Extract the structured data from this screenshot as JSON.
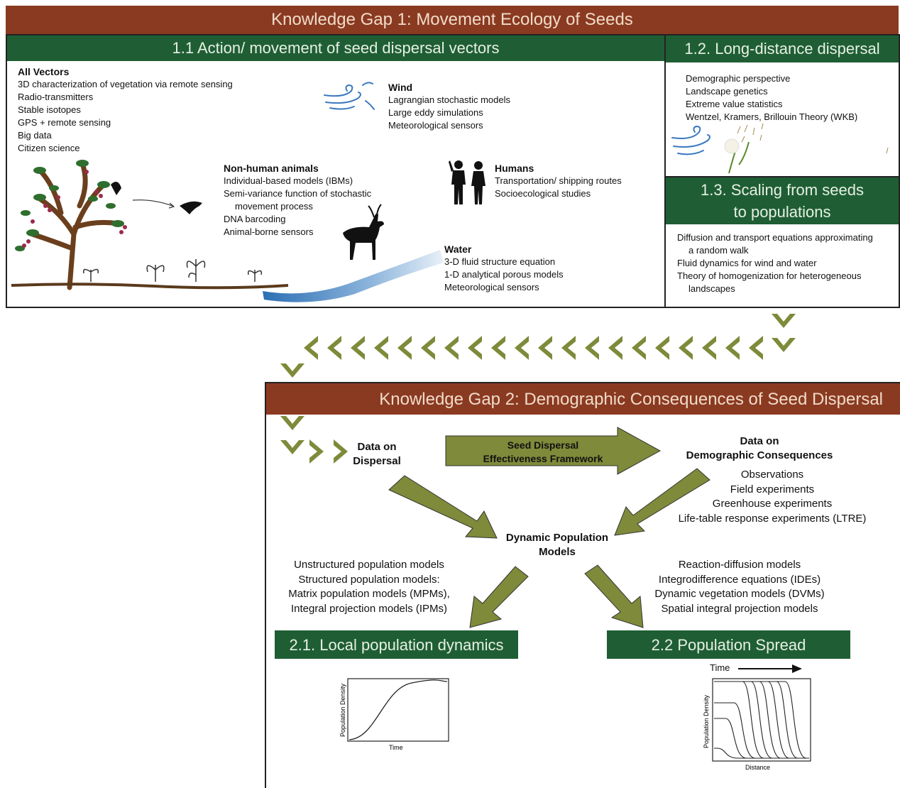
{
  "gap1": {
    "title": "Knowledge Gap 1: Movement Ecology of Seeds",
    "s11": {
      "title": "1.1 Action/ movement of seed dispersal vectors",
      "all_vectors": {
        "heading": "All Vectors",
        "items": [
          "3D characterization of vegetation via remote sensing",
          "Radio-transmitters",
          "Stable isotopes",
          "GPS + remote sensing",
          "Big data",
          "Citizen science"
        ]
      },
      "wind": {
        "heading": "Wind",
        "items": [
          "Lagrangian stochastic models",
          "Large eddy simulations",
          "Meteorological sensors"
        ]
      },
      "animals": {
        "heading": "Non-human animals",
        "items": [
          "Individual-based models (IBMs)",
          "Semi-variance function of stochastic",
          "movement process",
          "DNA barcoding",
          "Animal-borne sensors"
        ]
      },
      "humans": {
        "heading": "Humans",
        "items": [
          "Transportation/ shipping routes",
          "Socioecological studies"
        ]
      },
      "water": {
        "heading": "Water",
        "items": [
          "3-D fluid structure equation",
          "1-D analytical porous models",
          "Meteorological sensors"
        ]
      }
    },
    "s12": {
      "title": "1.2. Long-distance dispersal",
      "items": [
        "Demographic perspective",
        "Landscape genetics",
        "Extreme value statistics",
        "Wentzel, Kramers, Brillouin Theory (WKB)"
      ]
    },
    "s13": {
      "title_line1": "1.3. Scaling from seeds",
      "title_line2": "to populations",
      "items": [
        "Diffusion and transport equations approximating",
        "a random walk",
        "Fluid dynamics for wind and water",
        "Theory of homogenization for heterogeneous",
        "landscapes"
      ]
    }
  },
  "gap2": {
    "title": "Knowledge Gap 2: Demographic Consequences of Seed Dispersal",
    "data_dispersal": [
      "Data on",
      "Dispersal"
    ],
    "framework": [
      "Seed Dispersal",
      "Effectiveness Framework"
    ],
    "data_demo": [
      "Data on",
      "Demographic Consequences"
    ],
    "demo_items": [
      "Observations",
      "Field experiments",
      "Greenhouse experiments",
      "Life-table response experiments (LTRE)"
    ],
    "dynamic": [
      "Dynamic Population",
      "Models"
    ],
    "left_models": [
      "Unstructured population models",
      "Structured population models:",
      "Matrix population models (MPMs),",
      "Integral projection models (IPMs)"
    ],
    "right_models": [
      "Reaction-diffusion models",
      "Integrodifference equations (IDEs)",
      "Dynamic vegetation models (DVMs)",
      "Spatial integral projection models"
    ],
    "local_title": "2.1. Local population dynamics",
    "spread_title": "2.2 Population Spread",
    "local_chart": {
      "ylabel": "Population Density",
      "xlabel": "Time"
    },
    "spread_chart": {
      "time_label": "Time",
      "ylabel": "Population Density",
      "xlabel": "Distance"
    }
  },
  "colors": {
    "brown": "#8b3a22",
    "green": "#1f5e34",
    "olive": "#7f8a3a",
    "chevron": "#7f8a3a"
  }
}
